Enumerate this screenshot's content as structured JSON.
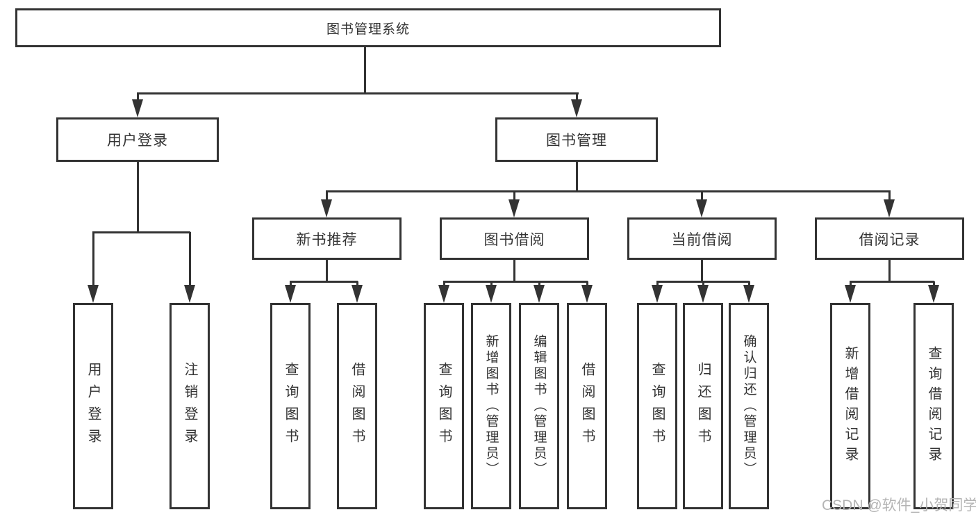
{
  "diagram": {
    "root": "图书管理系统",
    "level2": [
      {
        "label": "用户登录"
      },
      {
        "label": "图书管理"
      }
    ],
    "level3": [
      {
        "label": "新书推荐"
      },
      {
        "label": "图书借阅"
      },
      {
        "label": "当前借阅"
      },
      {
        "label": "借阅记录"
      }
    ],
    "leaves": [
      {
        "label": "用户登录"
      },
      {
        "label": "注销登录"
      },
      {
        "label": "查询图书"
      },
      {
        "label": "借阅图书"
      },
      {
        "label": "查询图书"
      },
      {
        "label": "新增图书（管理员）"
      },
      {
        "label": "编辑图书（管理员）"
      },
      {
        "label": "借阅图书"
      },
      {
        "label": "查询图书"
      },
      {
        "label": "归还图书"
      },
      {
        "label": "确认归还（管理员）"
      },
      {
        "label": "新增借阅记录"
      },
      {
        "label": "查询借阅记录"
      }
    ],
    "watermark": "CSDN @软件_小贺同学",
    "colors": {
      "line": "#333333",
      "border": "#333333",
      "text": "#333333",
      "watermark": "#b4b4b4",
      "background": "#ffffff"
    }
  }
}
